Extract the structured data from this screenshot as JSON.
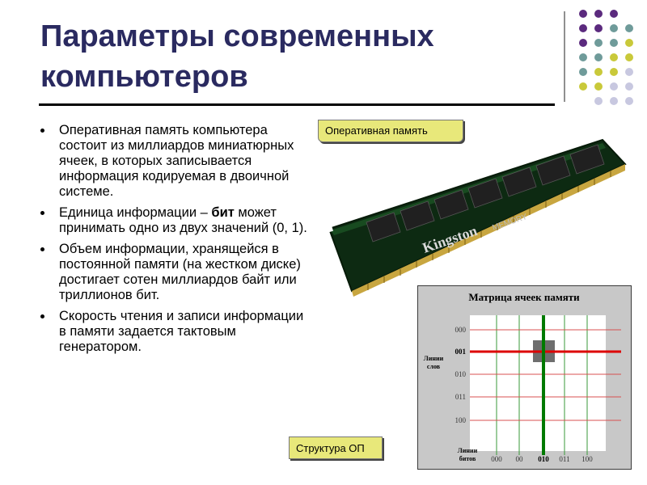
{
  "slide": {
    "title": "Параметры современных компьютеров",
    "bullets": [
      {
        "text": "Оперативная память компьютера состоит из миллиардов миниатюрных ячеек, в которых записывается информация кодируемая в двоичной системе."
      },
      {
        "text_before": "Единица информации – ",
        "bold": "бит",
        "text_after": " может принимать одно из двух значений (0, 1)."
      },
      {
        "text": "Объем информации, хранящейся в постоянной памяти (на жестком диске) достигает сотен миллиардов байт или триллионов бит."
      },
      {
        "text": "Скорость чтения и записи информации в памяти задается тактовым генератором."
      }
    ],
    "callouts": {
      "ram_label": "Оперативная память",
      "structure_label": "Структура ОП"
    }
  },
  "ram_module": {
    "brand": "Kingston",
    "marking": "MEMORY"
  },
  "matrix_diagram": {
    "title": "Матрица ячеек памяти",
    "row_axis_label_line1": "Линии",
    "row_axis_label_line2": "слов",
    "col_axis_label_line1": "Линии",
    "col_axis_label_line2": "битов",
    "row_labels": [
      "000",
      "001",
      "010",
      "011",
      "100"
    ],
    "col_labels": [
      "000",
      "00",
      "010",
      "011",
      "100"
    ],
    "selected_row_label": "001",
    "selected_col_label": "010"
  },
  "colors": {
    "title": "#2a2a60",
    "callout_fill": "#e8e87a",
    "dot_purple": "#5b2a7e",
    "dot_teal": "#6f9b9a",
    "dot_olive": "#c9c93a",
    "dot_lavender": "#c8c8e0",
    "selected_row_line": "#dd0000",
    "selected_col_line": "#007a00"
  }
}
